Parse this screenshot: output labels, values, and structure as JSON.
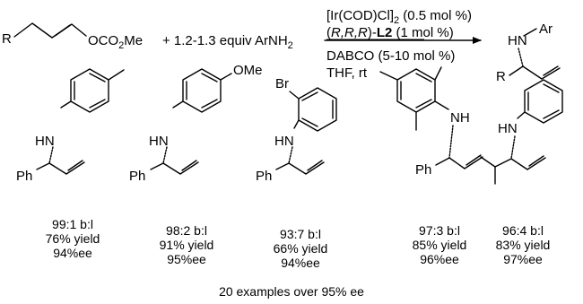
{
  "reaction": {
    "substrate": {
      "r": "R",
      "group_a": "OCO",
      "group_sub": "2",
      "group_b": "Me"
    },
    "plus_reagent": "+ 1.2-1.3 equiv ArNH",
    "plus_reagent_sub": "2",
    "conditions_above": {
      "catalyst": "[Ir(COD)Cl]",
      "catalyst_sub": "2",
      "catalyst_loading": " (0.5 mol %)",
      "ligand_prefix": "(",
      "ligand_config": "R,R,R",
      "ligand_mid": ")-",
      "ligand_name": "L2",
      "ligand_loading": " (1 mol %)"
    },
    "conditions_below": {
      "base": "DABCO (5-10 mol %)",
      "solvent": "THF, rt"
    },
    "product": {
      "nh": "HN",
      "ar": "Ar",
      "r": "R"
    }
  },
  "examples": [
    {
      "top_label": "",
      "nh": "HN",
      "side": "Ph",
      "ratio": "99:1 b:l",
      "yield": "76% yield",
      "ee": "94%ee"
    },
    {
      "top_label": "OMe",
      "nh": "HN",
      "side": "Ph",
      "ratio": "98:2 b:l",
      "yield": "91% yield",
      "ee": "95%ee"
    },
    {
      "top_label": "Br",
      "nh": "HN",
      "side": "Ph",
      "ratio": "93:7 b:l",
      "yield": "66% yield",
      "ee": "94%ee"
    },
    {
      "top_label": "",
      "nh": "NH",
      "side": "Ph",
      "ratio": "97:3 b:l",
      "yield": "85% yield",
      "ee": "96%ee"
    },
    {
      "top_label": "",
      "nh": "HN",
      "side": "",
      "ratio": "96:4 b:l",
      "yield": "83% yield",
      "ee": "97%ee"
    }
  ],
  "footer": "20 examples over 95% ee"
}
